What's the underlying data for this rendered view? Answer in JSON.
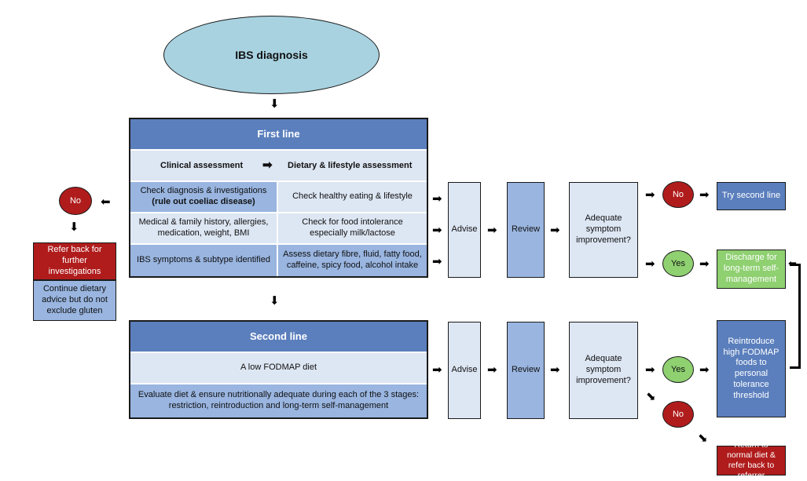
{
  "start": {
    "label": "IBS diagnosis"
  },
  "first_line": {
    "header": "First line",
    "clinical_heading": "Clinical assessment",
    "dietary_heading": "Dietary & lifestyle assessment",
    "rows": [
      {
        "left_line1": "Check diagnosis & investigations",
        "left_line2": "(rule out coeliac disease)",
        "right": "Check healthy eating & lifestyle"
      },
      {
        "left": "Medical & family history, allergies, medication, weight, BMI",
        "right": "Check for food intolerance especially milk/lactose"
      },
      {
        "left": "IBS symptoms & subtype identified",
        "right": "Assess dietary fibre, fluid, fatty food, caffeine, spicy food, alcohol intake"
      }
    ],
    "advise": "Advise",
    "review": "Review",
    "question": "Adequate symptom improvement?",
    "no": "No",
    "yes": "Yes",
    "no_outcome": "Try second line",
    "yes_outcome": "Discharge for long-term self-management"
  },
  "left_branch": {
    "no": "No",
    "refer": "Refer back for further investigations",
    "continue": "Continue dietary advice but do not exclude gluten"
  },
  "second_line": {
    "header": "Second line",
    "diet": "A  low FODMAP diet",
    "evaluate": "Evaluate diet & ensure nutritionally adequate during each of the 3 stages: restriction, reintroduction and long-term self-management",
    "advise": "Advise",
    "review": "Review",
    "question": "Adequate symptom improvement?",
    "yes": "Yes",
    "no": "No",
    "yes_outcome": "Reintroduce high FODMAP foods to personal tolerance threshold",
    "no_outcome": "Return to normal diet & refer back to referrer"
  },
  "colors": {
    "dark_blue": "#5b7fbd",
    "mid_blue": "#99b5e0",
    "light_blue": "#dde6f3",
    "red": "#b01c1c",
    "green": "#8fd071",
    "ellipse": "#a8d2e0"
  }
}
